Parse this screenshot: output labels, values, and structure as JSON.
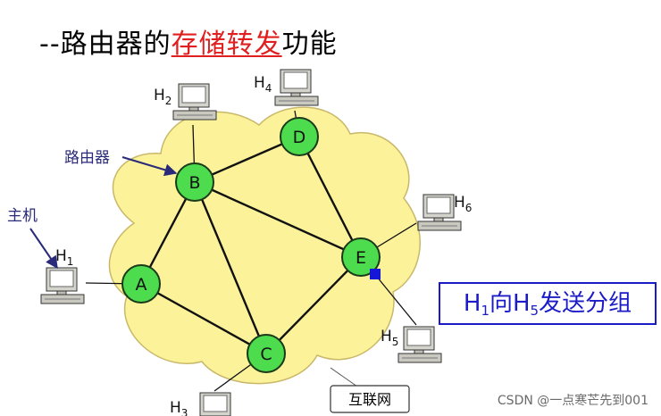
{
  "title": {
    "prefix": "--路由器的",
    "highlight": "存储转发",
    "suffix": "功能"
  },
  "diagram": {
    "routers": [
      {
        "id": "A",
        "label": "A"
      },
      {
        "id": "B",
        "label": "B"
      },
      {
        "id": "C",
        "label": "C"
      },
      {
        "id": "D",
        "label": "D"
      },
      {
        "id": "E",
        "label": "E"
      }
    ],
    "router_links": [
      [
        "A",
        "B"
      ],
      [
        "A",
        "C"
      ],
      [
        "B",
        "C"
      ],
      [
        "B",
        "D"
      ],
      [
        "B",
        "E"
      ],
      [
        "D",
        "E"
      ],
      [
        "C",
        "E"
      ]
    ],
    "hosts": [
      {
        "id": "H1",
        "letter": "H",
        "sub": "1",
        "router": "A"
      },
      {
        "id": "H2",
        "letter": "H",
        "sub": "2",
        "router": "B"
      },
      {
        "id": "H3",
        "letter": "H",
        "sub": "3",
        "router": "C"
      },
      {
        "id": "H4",
        "letter": "H",
        "sub": "4",
        "router": "D"
      },
      {
        "id": "H5",
        "letter": "H",
        "sub": "5",
        "router": "E"
      },
      {
        "id": "H6",
        "letter": "H",
        "sub": "6",
        "router": "E"
      }
    ],
    "labels": {
      "router": "路由器",
      "host": "主机",
      "internet": "互联网"
    }
  },
  "caption": {
    "p1": "H",
    "s1": "1",
    "p2": "向H",
    "s2": "5",
    "p3": "发送分组"
  },
  "watermark": "CSDN @一点寒芒先到001",
  "colors": {
    "cloud_fill": "#fbf29a",
    "router_fill": "#4ddc4d",
    "caption_blue": "#1b1bc7",
    "highlight_red": "#e02020",
    "label_blue": "#2a2a7a"
  }
}
